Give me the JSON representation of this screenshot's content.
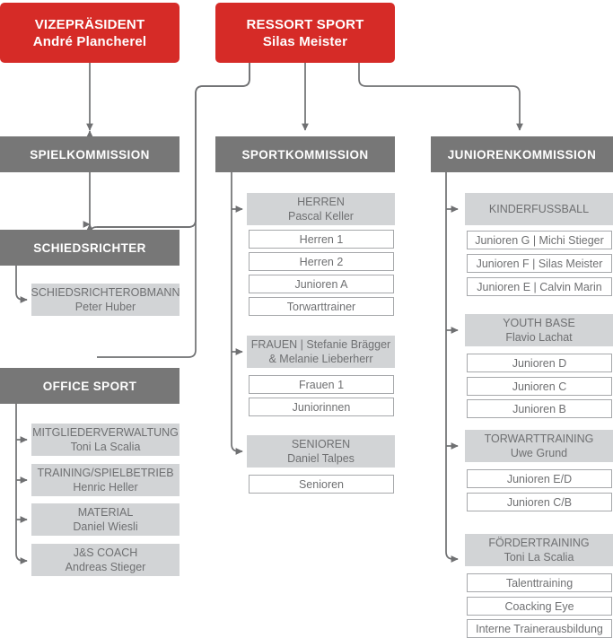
{
  "palette": {
    "red": "#d62b27",
    "dark_gray": "#777777",
    "light_gray": "#d2d4d6",
    "leaf_border": "#a6a8ab",
    "text_gray": "#6f7072",
    "connector": "#6f7072",
    "white": "#ffffff"
  },
  "top": {
    "vizepraesident": {
      "role": "VIZEPRÄSIDENT",
      "person": "André Plancherel"
    },
    "ressort_sport": {
      "role": "RESSORT SPORT",
      "person": "Silas Meister"
    }
  },
  "commissions": {
    "spielkommission": "SPIELKOMMISSION",
    "sportkommission": "SPORTKOMMISSION",
    "juniorenkommission": "JUNIORENKOMMISSION",
    "schiedsrichter": "SCHIEDSRICHTER",
    "office_sport": "OFFICE SPORT"
  },
  "schiedsrichter_children": [
    {
      "role": "SCHIEDSRICHTEROBMANN",
      "person": "Peter Huber"
    }
  ],
  "office_sport_children": [
    {
      "role": "MITGLIEDERVERWALTUNG",
      "person": "Toni La Scalia"
    },
    {
      "role": "TRAINING/SPIELBETRIEB",
      "person": "Henric Heller"
    },
    {
      "role": "MATERIAL",
      "person": "Daniel Wiesli"
    },
    {
      "role": "J&S COACH",
      "person": "Andreas Stieger"
    }
  ],
  "sportkommission_groups": [
    {
      "role": "HERREN",
      "person": "Pascal Keller",
      "items": [
        "Herren 1",
        "Herren 2",
        "Junioren A",
        "Torwarttrainer"
      ]
    },
    {
      "role": "FRAUEN | Stefanie Brägger",
      "person": "& Melanie Lieberherr",
      "items": [
        "Frauen 1",
        "Juniorinnen"
      ]
    },
    {
      "role": "SENIOREN",
      "person": "Daniel Talpes",
      "items": [
        "Senioren"
      ]
    }
  ],
  "juniorenkommission_groups": [
    {
      "role": "KINDERFUSSBALL",
      "person": "",
      "items": [
        "Junioren G | Michi Stieger",
        "Junioren F | Silas Meister",
        "Junioren E | Calvin Marin"
      ]
    },
    {
      "role": "YOUTH BASE",
      "person": "Flavio Lachat",
      "items": [
        "Junioren D",
        "Junioren C",
        "Junioren B"
      ]
    },
    {
      "role": "TORWARTTRAINING",
      "person": "Uwe Grund",
      "items": [
        "Junioren E/D",
        "Junioren C/B"
      ]
    },
    {
      "role": "FÖRDERTRAINING",
      "person": "Toni La Scalia",
      "items": [
        "Talenttraining",
        "Coacking Eye",
        "Interne Trainerausbildung"
      ]
    }
  ]
}
